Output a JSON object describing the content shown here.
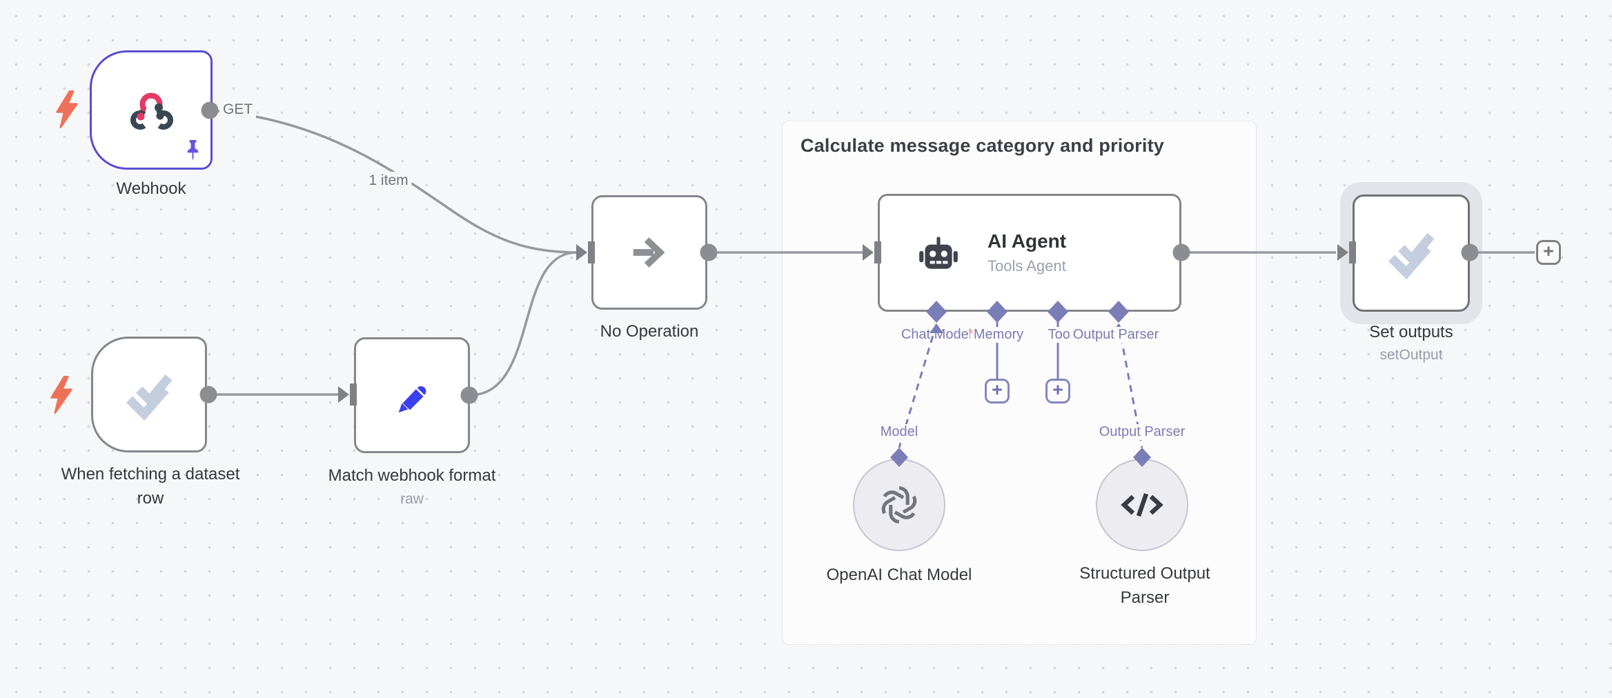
{
  "workflow": {
    "group": {
      "title": "Calculate message category and priority"
    },
    "nodes": {
      "webhook": {
        "label": "Webhook",
        "port": "GET"
      },
      "dataset": {
        "label": "When fetching a dataset row"
      },
      "match": {
        "label": "Match webhook format",
        "subtitle": "raw"
      },
      "noop": {
        "label": "No Operation"
      },
      "ai": {
        "title": "AI Agent",
        "subtitle": "Tools Agent"
      },
      "openai": {
        "label": "OpenAI Chat Model",
        "port": "Model"
      },
      "parser": {
        "label": "Structured Output Parser",
        "port": "Output Parser"
      },
      "setout": {
        "label": "Set outputs",
        "subtitle": "setOutput"
      }
    },
    "ai_ports": {
      "chat_model": "Chat Model",
      "memory": "Memory",
      "tool": "Tool",
      "output_parser": "Output Parser",
      "required_marker": "*"
    },
    "edges": {
      "webhook_items": "1 item"
    },
    "buttons": {
      "add_memory": "+",
      "add_tool": "+",
      "add_next": "+"
    },
    "colors": {
      "canvas": "#f6f7f9",
      "wire_gray": "#97989d",
      "ai_purple": "#7b7db8",
      "selected_purple": "#5a4dd1",
      "trigger_orange": "#ee7157",
      "webhook_pink": "#e23a64",
      "pencil_blue": "#3a3ff0",
      "icon_slate": "#3f434b",
      "check_gray": "#c4cedf"
    }
  }
}
